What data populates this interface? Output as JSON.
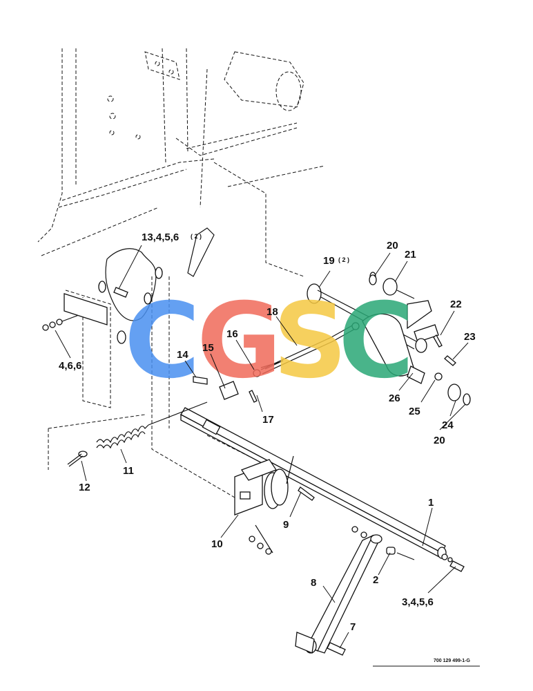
{
  "watermark": {
    "letters": [
      {
        "char": "C",
        "color": "#4a90f0"
      },
      {
        "char": "G",
        "color": "#f06a5a"
      },
      {
        "char": "S",
        "color": "#f5c842"
      },
      {
        "char": "C",
        "color": "#2aa876"
      }
    ]
  },
  "callouts": {
    "c1": "1",
    "c2": "2",
    "c3456": "3,4,5,6",
    "c466": "4,6,6",
    "c7": "7",
    "c8": "8",
    "c9": "9",
    "c10": "10",
    "c11": "11",
    "c12": "12",
    "c13": "13,4,5,6",
    "c13_qty": "( 2 )",
    "c14": "14",
    "c15": "15",
    "c16": "16",
    "c17": "17",
    "c18": "18",
    "c19": "19",
    "c19_qty": "( 2 )",
    "c20a": "20",
    "c20b": "20",
    "c21": "21",
    "c22": "22",
    "c23": "23",
    "c24": "24",
    "c25": "25",
    "c26": "26"
  },
  "document_number": "700 129 499-1-G"
}
